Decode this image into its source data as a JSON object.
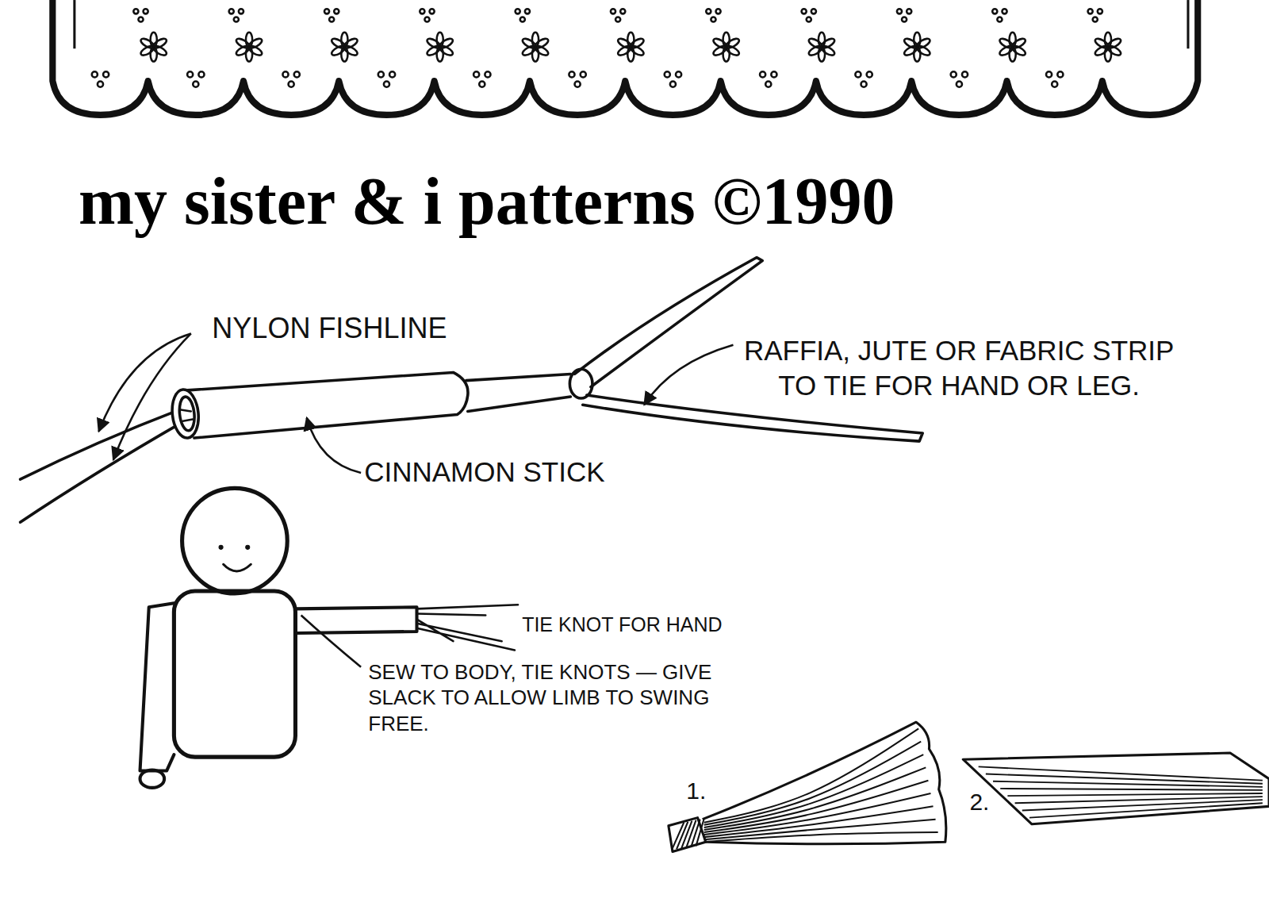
{
  "diagram": {
    "title": "my sister & i patterns ©1990",
    "labels": [
      "NYLON FISHLINE",
      "RAFFIA, JUTE OR FABRIC STRIP TO TIE FOR HAND OR LEG.",
      "CINNAMON STICK",
      "TIE KNOT FOR HAND",
      "SEW TO BODY, TIE KNOTS — GIVE SLACK TO ALLOW LIMB TO SWING FREE.",
      "1.",
      "2."
    ]
  }
}
